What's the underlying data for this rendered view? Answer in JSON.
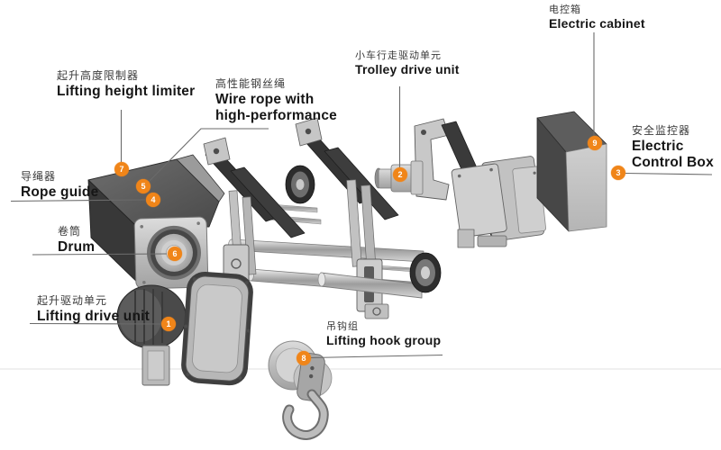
{
  "diagram": {
    "type": "exploded-parts-diagram",
    "subject": "electric wire rope hoist",
    "colors": {
      "accent": "#F08519",
      "marker_text": "#FFFFFF",
      "label_en": "#161616",
      "label_zh": "#3A3A3A",
      "leader_line": "#6A6A6A",
      "metal_light": "#C7C7C7",
      "metal_dark": "#3B3B3B"
    },
    "labels": [
      {
        "id": "lifting-height-limiter",
        "zh": "起升高度限制器",
        "en": "Lifting height limiter"
      },
      {
        "id": "wire-rope",
        "zh": "高性能钢丝绳",
        "en": "Wire rope with\nhigh-performance"
      },
      {
        "id": "rope-guide",
        "zh": "导绳器",
        "en": "Rope guide"
      },
      {
        "id": "drum",
        "zh": "卷筒",
        "en": "Drum"
      },
      {
        "id": "lifting-drive-unit",
        "zh": "起升驱动单元",
        "en": "Lifting drive unit"
      },
      {
        "id": "trolley-drive-unit",
        "zh": "小车行走驱动单元",
        "en": "Trolley drive unit"
      },
      {
        "id": "electric-cabinet",
        "zh": "电控箱",
        "en": "Electric cabinet"
      },
      {
        "id": "electric-control-box",
        "zh": "安全监控器",
        "en": "Electric\nControl Box"
      },
      {
        "id": "lifting-hook-group",
        "zh": "吊钩组",
        "en": "Lifting hook group"
      }
    ],
    "markers": [
      {
        "number": "1",
        "part": "lifting-drive-unit"
      },
      {
        "number": "2",
        "part": "trolley-drive-unit"
      },
      {
        "number": "3",
        "part": "electric-control-box"
      },
      {
        "number": "4",
        "part": "rope-guide"
      },
      {
        "number": "5",
        "part": "wire-rope"
      },
      {
        "number": "6",
        "part": "drum"
      },
      {
        "number": "7",
        "part": "lifting-height-limiter"
      },
      {
        "number": "8",
        "part": "lifting-hook-group"
      },
      {
        "number": "9",
        "part": "electric-cabinet"
      }
    ]
  }
}
